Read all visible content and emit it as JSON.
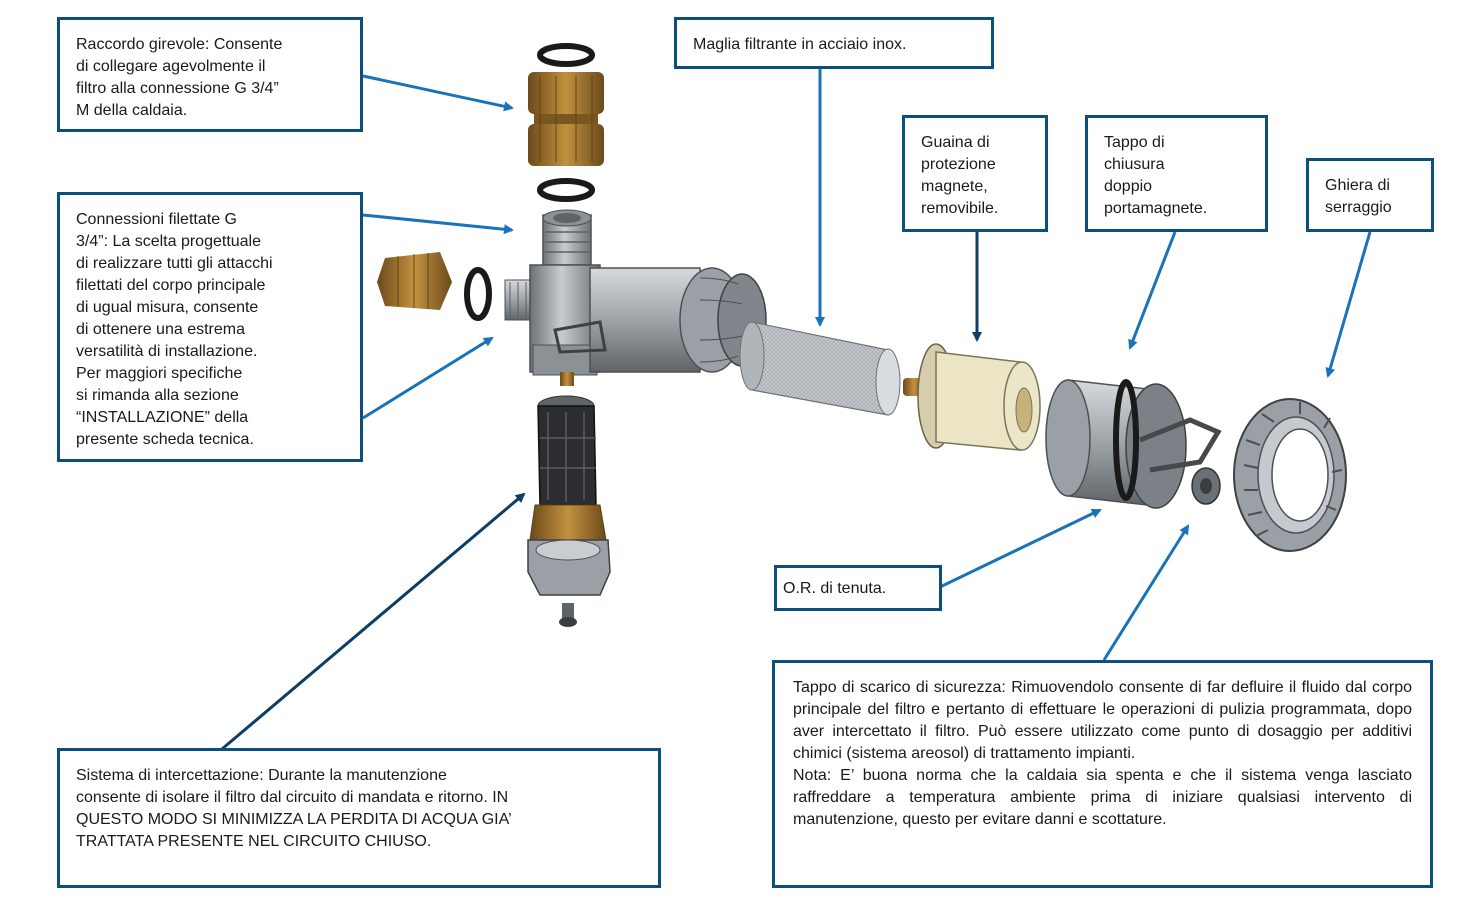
{
  "colors": {
    "box_border": "#0d4f7c",
    "arrow_blue": "#1a73b8",
    "arrow_dark": "#0d3f66",
    "body_metal": "#9ea3a8",
    "brass": "#a6752a",
    "sleeve": "#e3ddb8",
    "mesh": "#b8bcbf"
  },
  "callouts": {
    "raccordo": "Raccordo girevole: Consente\ndi collegare agevolmente il\nfiltro alla connessione G 3/4”\nM della caldaia.",
    "connessioni": "Connessioni filettate G\n3/4”: La scelta progettuale\ndi realizzare tutti gli attacchi\nfilettati del corpo principale\ndi ugual misura, consente\ndi ottenere una estrema\nversatilità di installazione.\nPer maggiori specifiche\nsi rimanda alla sezione\n“INSTALLAZIONE” della\npresente scheda tecnica.",
    "maglia": "Maglia filtrante in acciaio inox.",
    "guaina": "Guaina di\nprotezione\nmagnete,\nremovibile.",
    "tappo_chiusura": "Tappo di\nchiusura\ndoppio\nportamagnete.",
    "ghiera": "Ghiera di\nserraggio",
    "or_tenuta": "O.R. di tenuta.",
    "sistema": "Sistema di intercettazione: Durante la manutenzione\nconsente di isolare il filtro dal circuito di mandata e ritorno. IN\nQUESTO MODO SI MINIMIZZA LA PERDITA DI ACQUA GIA’\nTRATTATA PRESENTE NEL CIRCUITO CHIUSO.",
    "tappo_scarico": "Tappo di scarico di sicurezza: Rimuovendolo consente di far defluire il fluido dal corpo principale del filtro e pertanto di effettuare le operazioni di pulizia programmata, dopo aver intercettato il filtro. Può essere utilizzato come punto di dosaggio per additivi chimici (sistema areosol) di trattamento impianti.",
    "tappo_scarico_nota": "Nota: E’ buona norma che la caldaia sia spenta e che il sistema venga lasciato raffreddare a temperatura ambiente prima di iniziare qualsiasi intervento di manutenzione, questo per evitare danni e scottature."
  },
  "icons": [
    "filter-assembly-illustration",
    "callout-arrow"
  ]
}
